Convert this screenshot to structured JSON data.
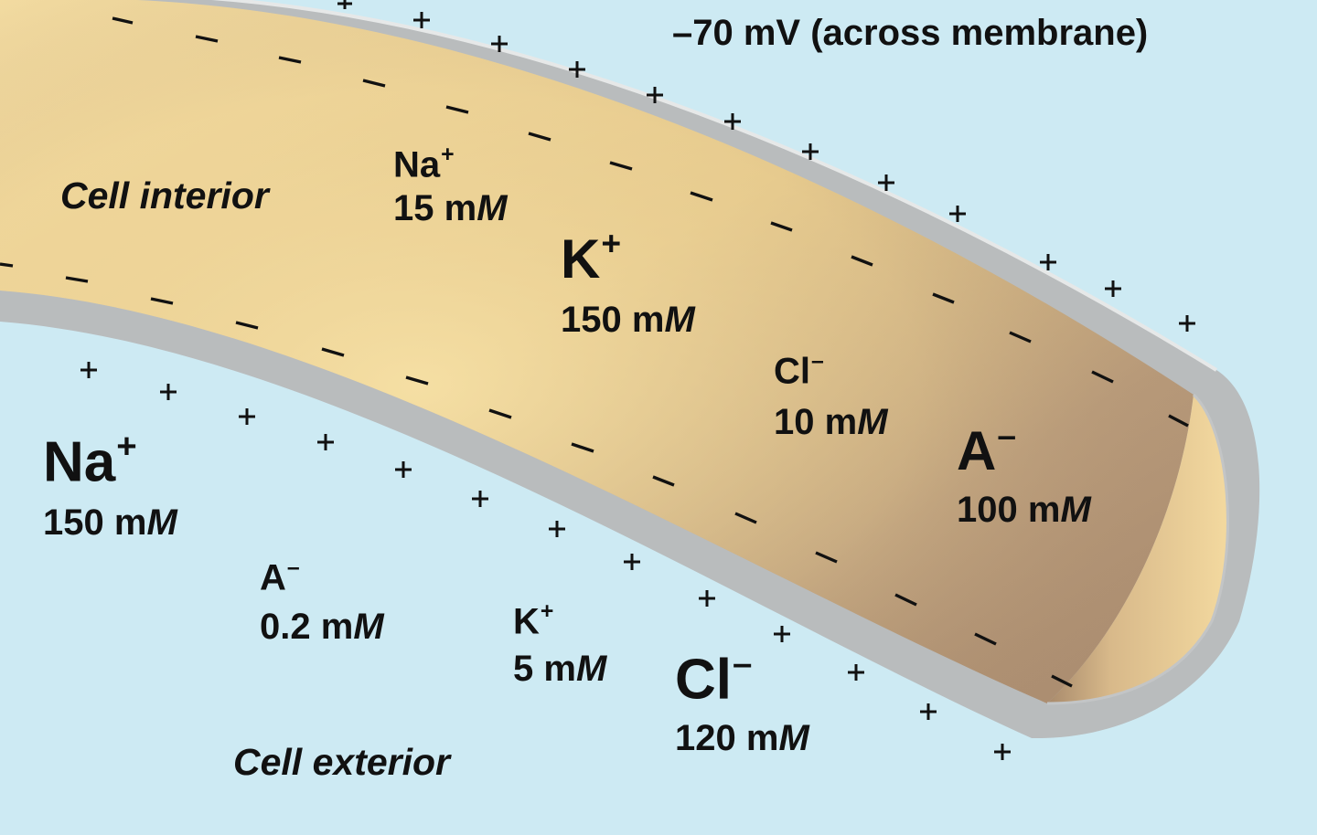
{
  "membrane_potential": "–70 mV (across membrane)",
  "regions": {
    "interior": "Cell interior",
    "exterior": "Cell exterior"
  },
  "charges": {
    "inside_sign": "–",
    "outside_sign": "+"
  },
  "unit": {
    "prefix": "m",
    "suffix": "M"
  },
  "interior_ions": {
    "na": {
      "symbol": "Na",
      "charge": "+",
      "value": "15"
    },
    "k": {
      "symbol": "K",
      "charge": "+",
      "value": "150"
    },
    "cl": {
      "symbol": "Cl",
      "charge": "–",
      "value": "10"
    },
    "a": {
      "symbol": "A",
      "charge": "–",
      "value": "100"
    }
  },
  "exterior_ions": {
    "na": {
      "symbol": "Na",
      "charge": "+",
      "value": "150"
    },
    "a": {
      "symbol": "A",
      "charge": "–",
      "value": "0.2"
    },
    "k": {
      "symbol": "K",
      "charge": "+",
      "value": "5"
    },
    "cl": {
      "symbol": "Cl",
      "charge": "–",
      "value": "120"
    }
  },
  "colors": {
    "exterior_bg": "#cdeaf3",
    "membrane": "#b9bcbd",
    "cytoplasm_light": "#f6dc9a",
    "cytoplasm_dark": "#9c8068"
  }
}
